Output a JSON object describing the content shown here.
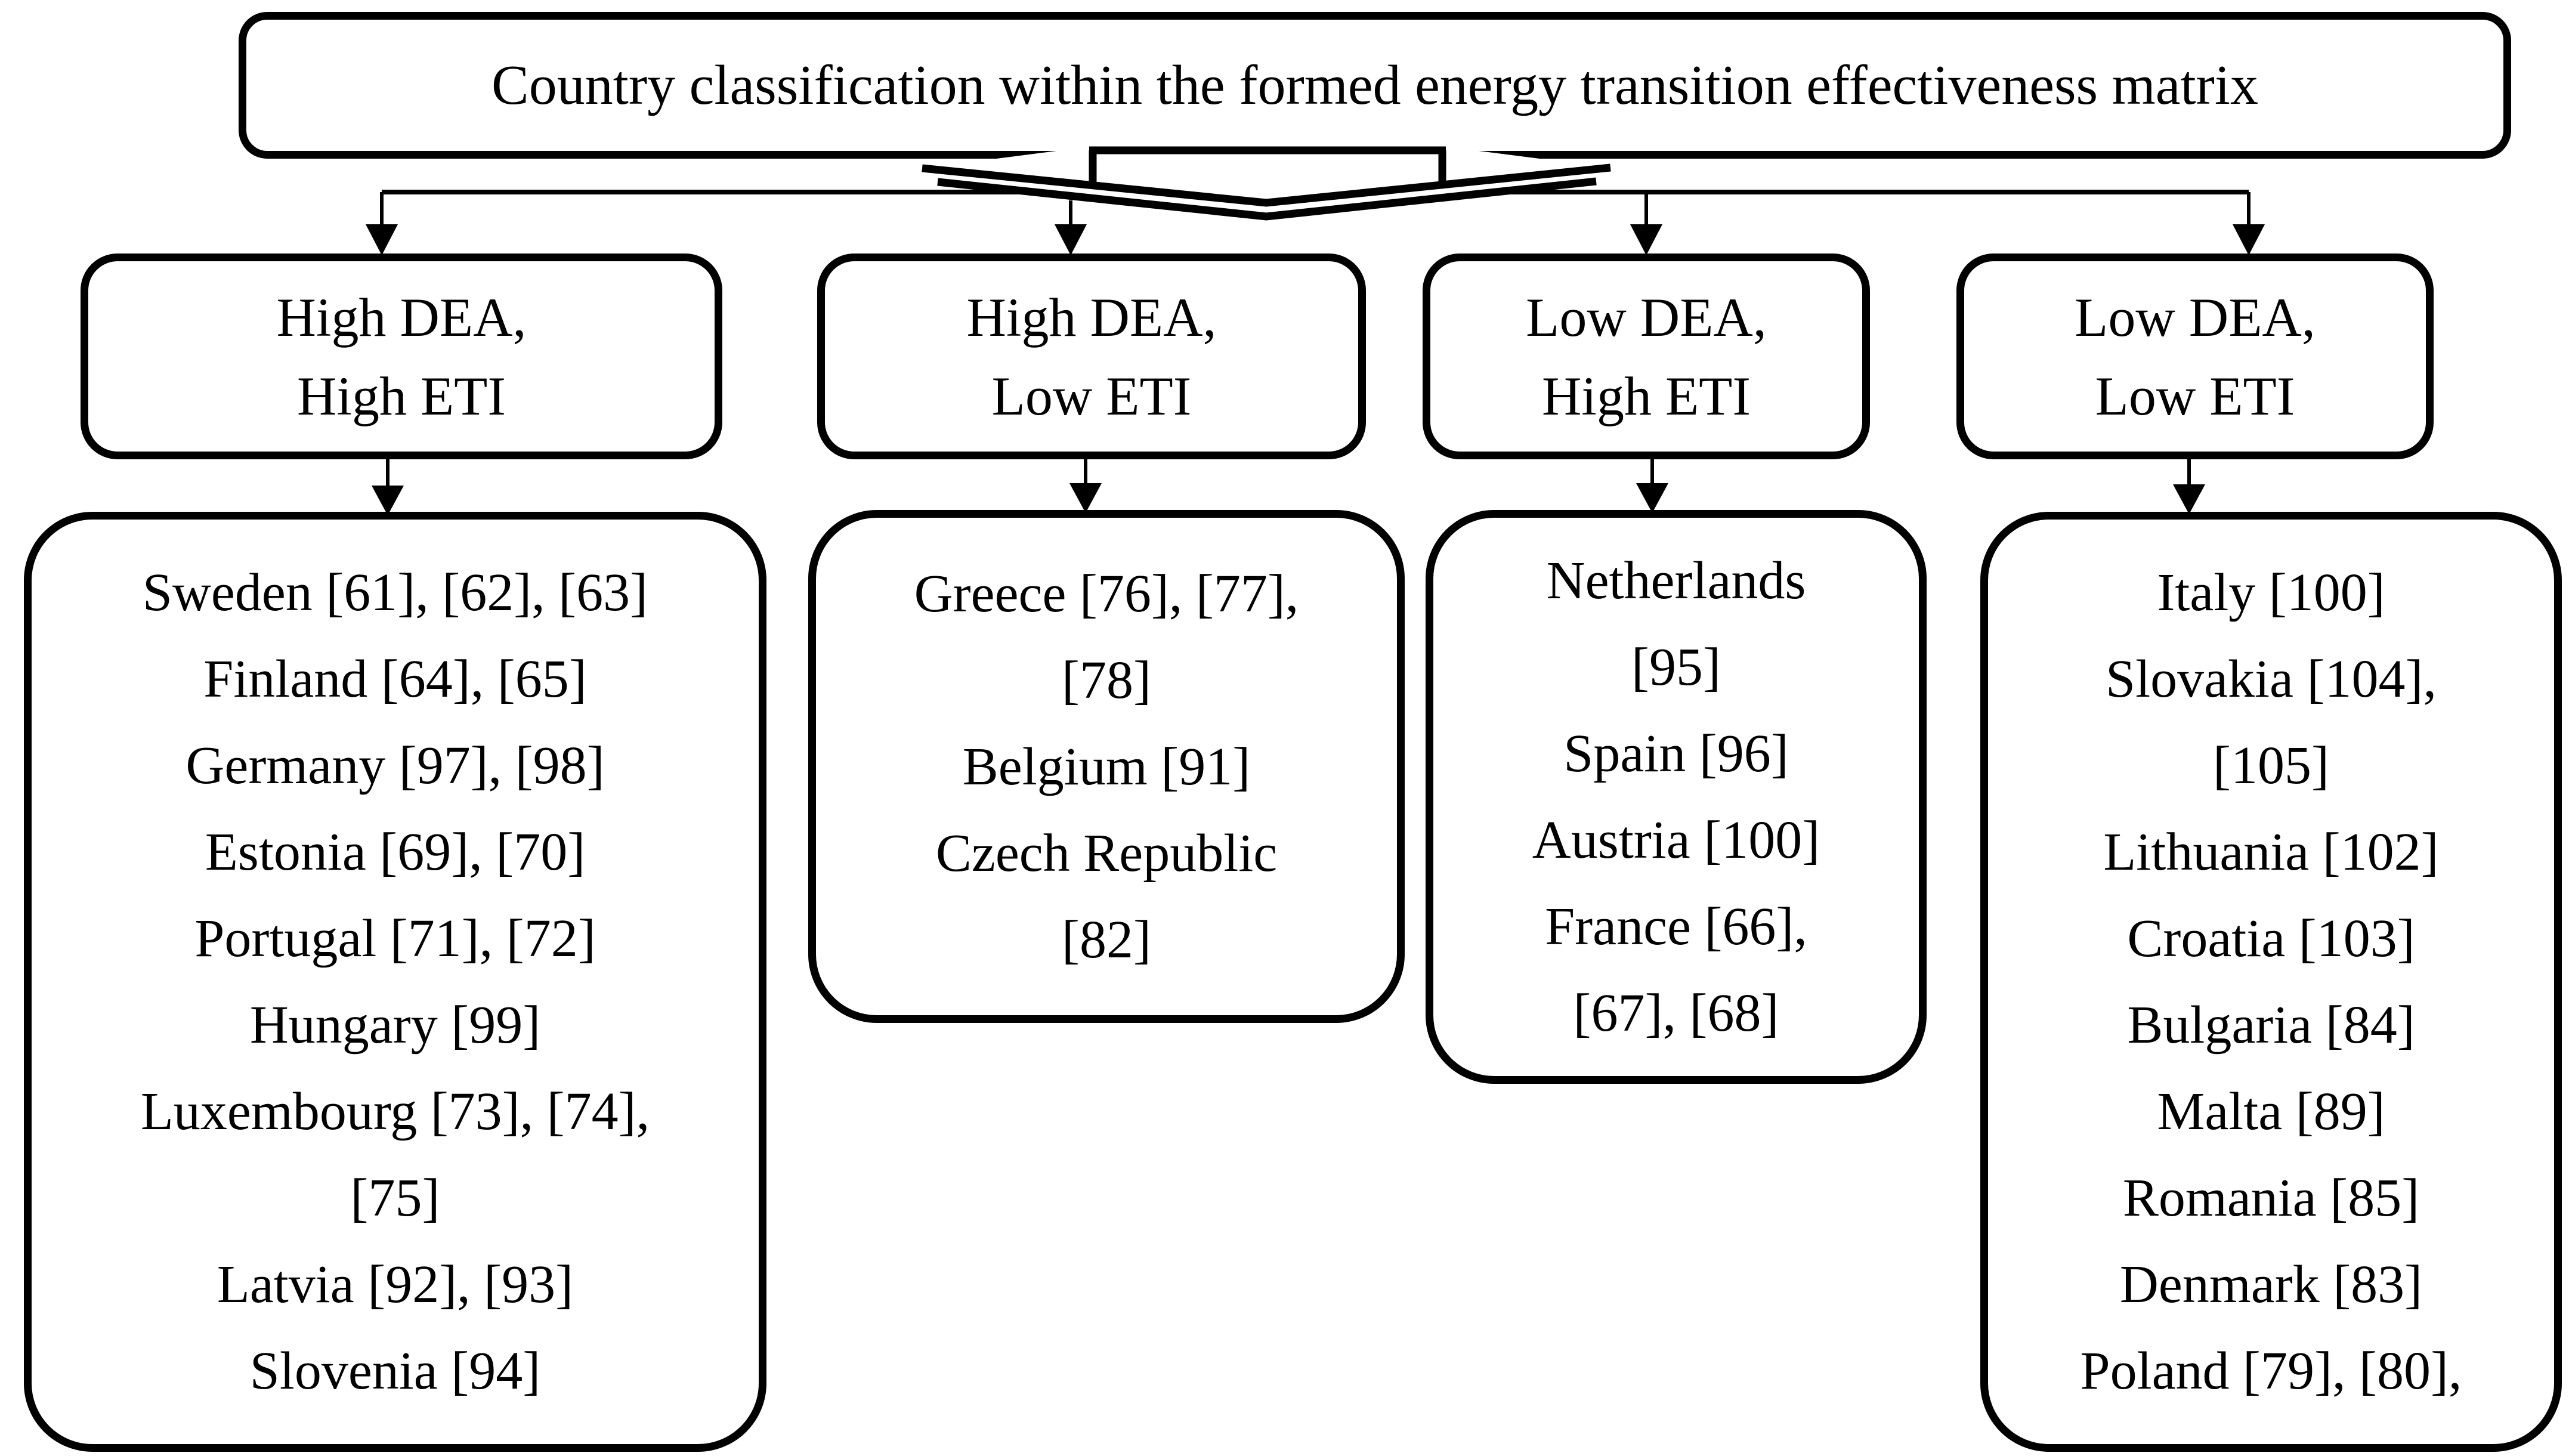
{
  "diagram": {
    "title": "Country classification within the formed energy transition effectiveness matrix"
  },
  "columns": [
    {
      "id": "high-dea-high-eti",
      "header_lines": [
        "High DEA,",
        "High ETI"
      ],
      "body_lines": [
        "Sweden [61], [62], [63]",
        "Finland [64], [65]",
        "Germany [97], [98]",
        "Estonia [69], [70]",
        "Portugal [71], [72]",
        "Hungary [99]",
        "Luxembourg [73], [74],",
        "[75]",
        "Latvia [92], [93]",
        "Slovenia [94]"
      ]
    },
    {
      "id": "high-dea-low-eti",
      "header_lines": [
        "High DEA,",
        "Low ETI"
      ],
      "body_lines": [
        "Greece [76], [77],",
        "[78]",
        "Belgium [91]",
        "Czech Republic",
        "[82]"
      ]
    },
    {
      "id": "low-dea-high-eti",
      "header_lines": [
        "Low DEA,",
        "High ETI"
      ],
      "body_lines": [
        "Netherlands",
        "[95]",
        "Spain [96]",
        "Austria [100]",
        "France [66],",
        "[67], [68]"
      ]
    },
    {
      "id": "low-dea-low-eti",
      "header_lines": [
        "Low DEA,",
        "Low ETI"
      ],
      "body_lines": [
        "Italy [100]",
        "Slovakia [104],",
        "[105]",
        "Lithuania [102]",
        "Croatia [103]",
        "Bulgaria [84]",
        "Malta [89]",
        "Romania [85]",
        "Denmark [83]",
        "Poland [79], [80],"
      ]
    }
  ],
  "colors": {
    "ink": "#000000",
    "background": "#ffffff"
  }
}
